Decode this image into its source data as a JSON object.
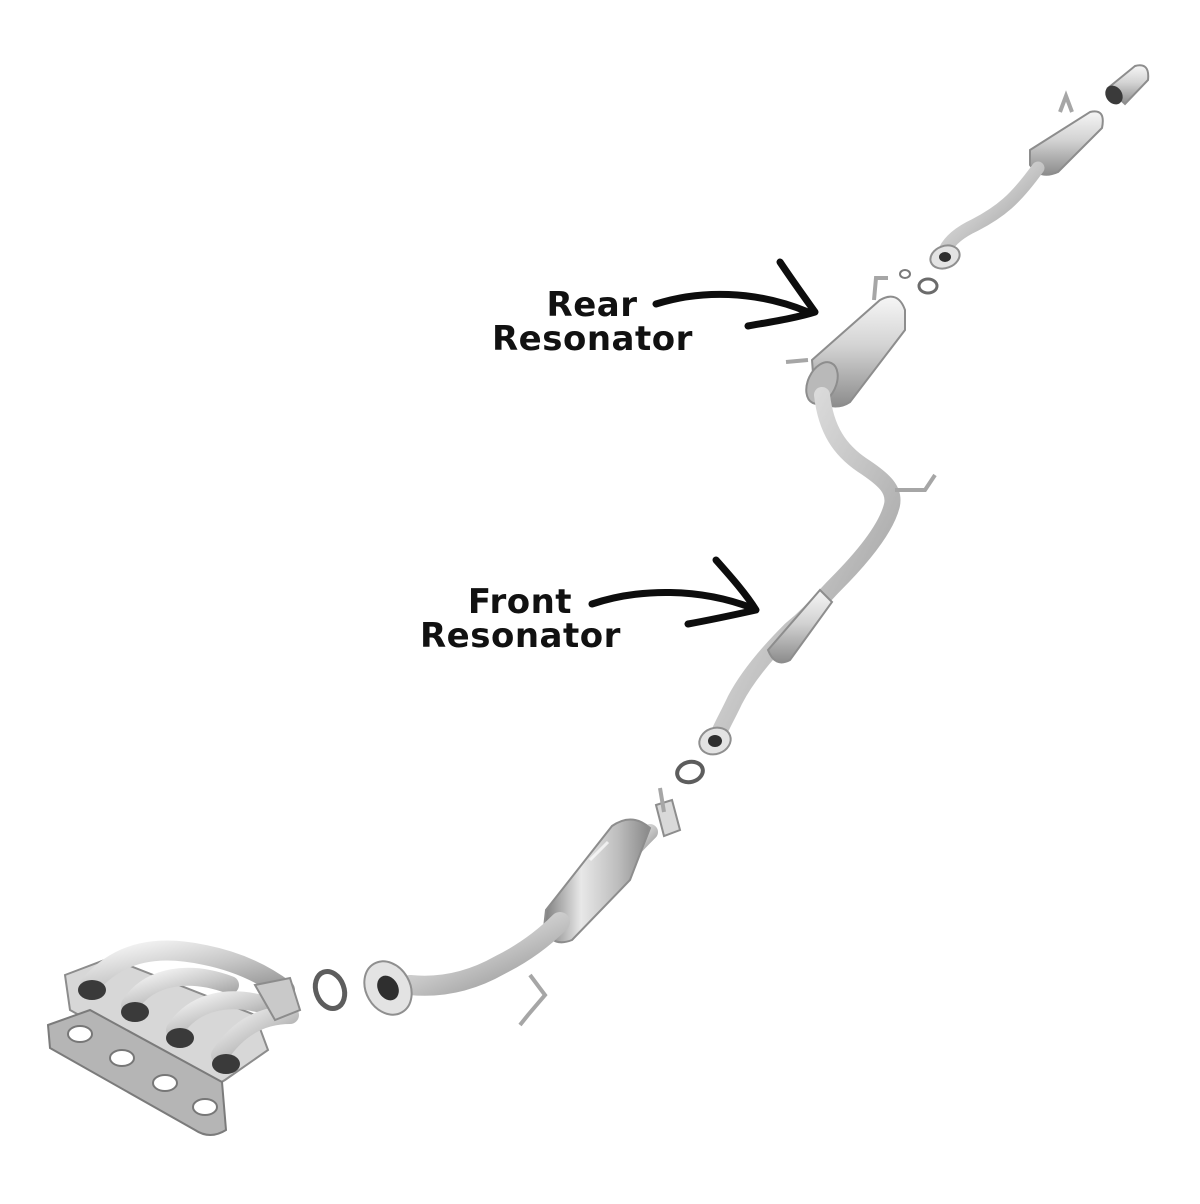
{
  "labels": {
    "rear_resonator": {
      "line1": "Rear",
      "line2": "Resonator"
    },
    "front_resonator": {
      "line1": "Front",
      "line2": "Resonator"
    }
  },
  "colors": {
    "metal_light": "#f1f1f1",
    "metal_mid": "#c9c9c9",
    "metal_dark": "#8f8f8f",
    "gasket": "#6b6b6b",
    "arrow": "#0d0d0d",
    "text": "#111111"
  }
}
